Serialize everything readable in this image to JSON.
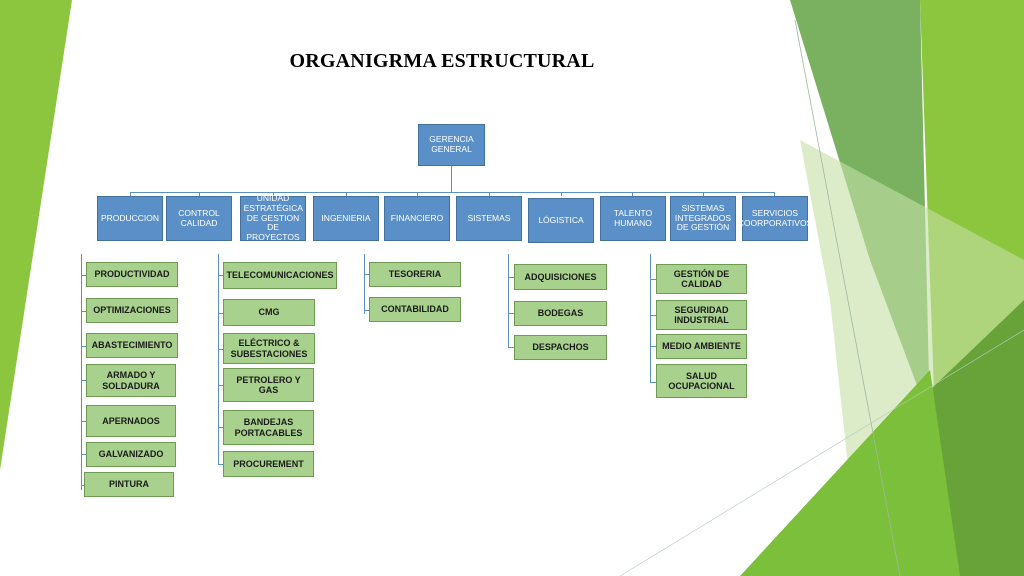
{
  "title": "ORGANIGRMA ESTRUCTURAL",
  "root": "GERENCIA GENERAL",
  "departments": [
    "PRODUCCION",
    "CONTROL CALIDAD",
    "UNIDAD ESTRATÉGICA DE GESTION DE PROYECTOS",
    "INGENIERIA",
    "FINANCIERO",
    "SISTEMAS",
    "LÓGISTICA",
    "TALENTO HUMANO",
    "SISTEMAS INTEGRADOS DE GESTIÓN",
    "SERVICIOS COORPORATIVOS"
  ],
  "produccion_units": [
    "PRODUCTIVIDAD",
    "OPTIMIZACIONES",
    "ABASTECIMIENTO",
    "ARMADO Y SOLDADURA",
    "APERNADOS",
    "GALVANIZADO",
    "PINTURA"
  ],
  "proyectos_units": [
    "TELECOMUNICACIONES",
    "CMG",
    "ELÉCTRICO & SUBESTACIONES",
    "PETROLERO Y GAS",
    "BANDEJAS PORTACABLES",
    "PROCUREMENT"
  ],
  "financiero_units": [
    "TESORERIA",
    "CONTABILIDAD"
  ],
  "logistica_units": [
    "ADQUISICIONES",
    "BODEGAS",
    "DESPACHOS"
  ],
  "sig_units": [
    "GESTIÓN DE CALIDAD",
    "SEGURIDAD INDUSTRIAL",
    "MEDIO AMBIENTE",
    "SALUD OCUPACIONAL"
  ],
  "colors": {
    "dept_fill": "#5b8fc7",
    "unit_fill": "#a9d18e",
    "accent_green": "#8cc63f",
    "dark_green": "#5a9a2e"
  }
}
